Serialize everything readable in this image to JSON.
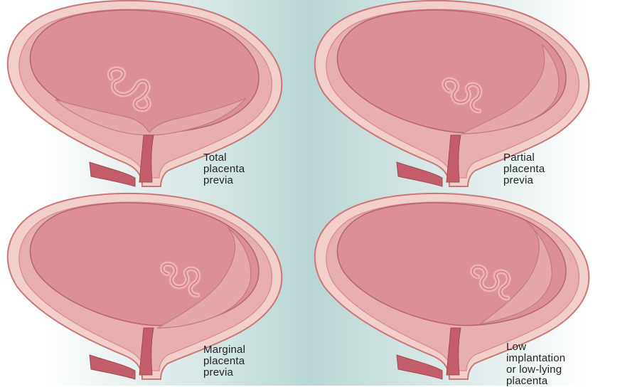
{
  "colors": {
    "tissue_outer": "#f3cfcb",
    "tissue_outline": "#c9777b",
    "wall_band": "#e8aeb0",
    "cavity": "#dc8f94",
    "cavity_dark": "#c8707a",
    "placenta": "#e6a7ab",
    "fetus": "#eeb2b4",
    "canal": "#c45d6a",
    "background_tint": "#b9d6d4"
  },
  "panels": [
    {
      "id": "total",
      "caption_lines": [
        "Total",
        "placenta",
        "previa"
      ]
    },
    {
      "id": "partial",
      "caption_lines": [
        "Partial",
        "placenta",
        "previa"
      ]
    },
    {
      "id": "marginal",
      "caption_lines": [
        "Marginal",
        "placenta",
        "previa"
      ]
    },
    {
      "id": "low",
      "caption_lines": [
        "Low",
        "implantation",
        "or low-lying",
        "placenta"
      ]
    }
  ]
}
